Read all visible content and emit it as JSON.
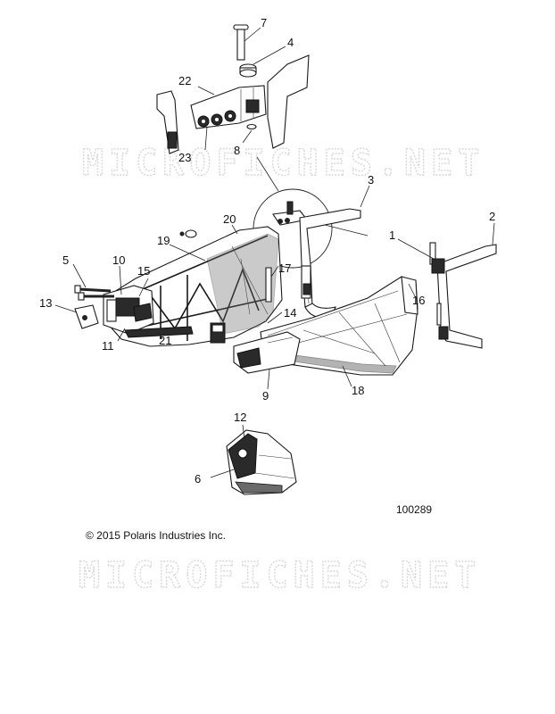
{
  "watermark": "MICROFICHES.NET",
  "copyright": "© 2015 Polaris Industries Inc.",
  "diagram_code": "100289",
  "callouts": {
    "c1": "1",
    "c2": "2",
    "c3": "3",
    "c4": "4",
    "c5": "5",
    "c6": "6",
    "c7": "7",
    "c8": "8",
    "c9": "9",
    "c10": "10",
    "c11": "11",
    "c12": "12",
    "c13": "13",
    "c14": "14",
    "c15": "15",
    "c16": "16",
    "c17": "17",
    "c18": "18",
    "c19": "19",
    "c20": "20",
    "c21": "21",
    "c22": "22",
    "c23": "23"
  }
}
